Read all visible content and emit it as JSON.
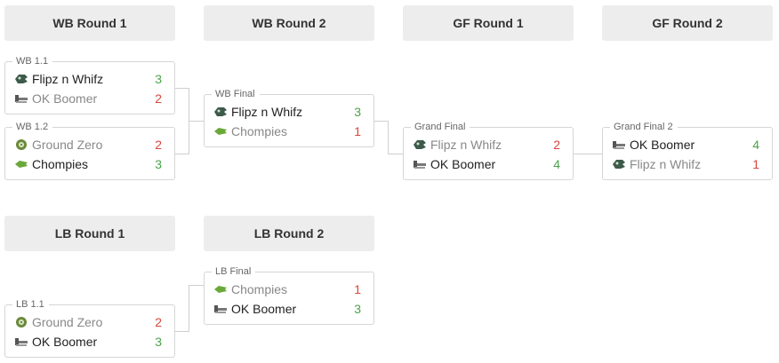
{
  "headers": {
    "wb_round1": "WB Round 1",
    "wb_round2": "WB Round 2",
    "gf_round1": "GF Round 1",
    "gf_round2": "GF Round 2",
    "lb_round1": "LB Round 1",
    "lb_round2": "LB Round 2"
  },
  "matches": {
    "wb11": {
      "label": "WB 1.1",
      "team1": {
        "name": "Flipz n Whifz",
        "score": "3"
      },
      "team2": {
        "name": "OK Boomer",
        "score": "2"
      }
    },
    "wb12": {
      "label": "WB 1.2",
      "team1": {
        "name": "Ground Zero",
        "score": "2"
      },
      "team2": {
        "name": "Chompies",
        "score": "3"
      }
    },
    "wbfinal": {
      "label": "WB Final",
      "team1": {
        "name": "Flipz n Whifz",
        "score": "3"
      },
      "team2": {
        "name": "Chompies",
        "score": "1"
      }
    },
    "gf1": {
      "label": "Grand Final",
      "team1": {
        "name": "Flipz n Whifz",
        "score": "2"
      },
      "team2": {
        "name": "OK Boomer",
        "score": "4"
      }
    },
    "gf2": {
      "label": "Grand Final 2",
      "team1": {
        "name": "OK Boomer",
        "score": "4"
      },
      "team2": {
        "name": "Flipz n Whifz",
        "score": "1"
      }
    },
    "lb11": {
      "label": "LB 1.1",
      "team1": {
        "name": "Ground Zero",
        "score": "2"
      },
      "team2": {
        "name": "OK Boomer",
        "score": "3"
      }
    },
    "lbfinal": {
      "label": "LB Final",
      "team1": {
        "name": "Chompies",
        "score": "1"
      },
      "team2": {
        "name": "OK Boomer",
        "score": "3"
      }
    }
  },
  "colors": {
    "win_score": "#4aa34a",
    "lose_score": "#d9453d",
    "header_bg": "#ededed",
    "border": "#d6d6d6"
  },
  "icons": {
    "flipz": "flipz-logo-icon",
    "okboomer": "ok-boomer-logo-icon",
    "groundzero": "ground-zero-logo-icon",
    "chompies": "chompies-logo-icon"
  }
}
